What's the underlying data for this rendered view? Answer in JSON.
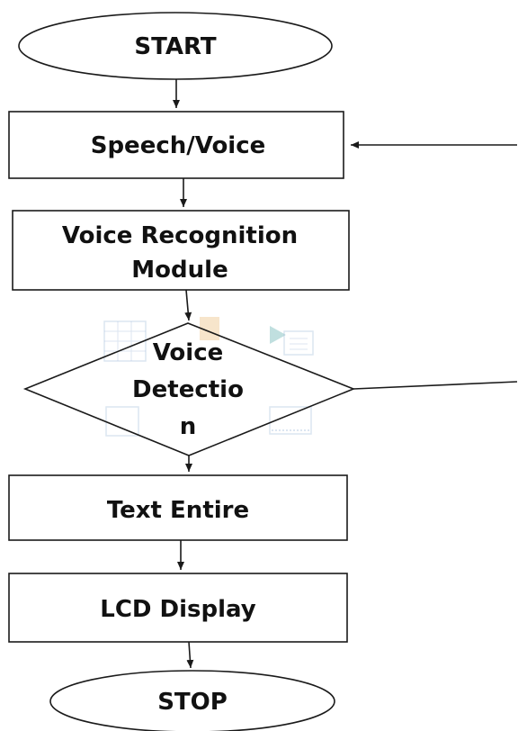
{
  "diagram": {
    "nodes": {
      "start": "START",
      "speech": "Speech/Voice",
      "module_line1": "Voice Recognition",
      "module_line2": "Module",
      "decision_line1": "Voice",
      "decision_line2": "Detectio",
      "decision_line3": "n",
      "text": "Text Entire",
      "lcd": "LCD Display",
      "stop": "STOP"
    },
    "colors": {
      "stroke": "#1a1a1a",
      "fill": "#ffffff",
      "text": "#111111",
      "watermark_blue": "#9db8d9",
      "watermark_orange": "#e8b46a",
      "watermark_teal": "#4aa3a3"
    },
    "watermark_icons": [
      "spreadsheet-icon",
      "document-icon",
      "chart-icon",
      "table-icon",
      "film-icon"
    ]
  }
}
